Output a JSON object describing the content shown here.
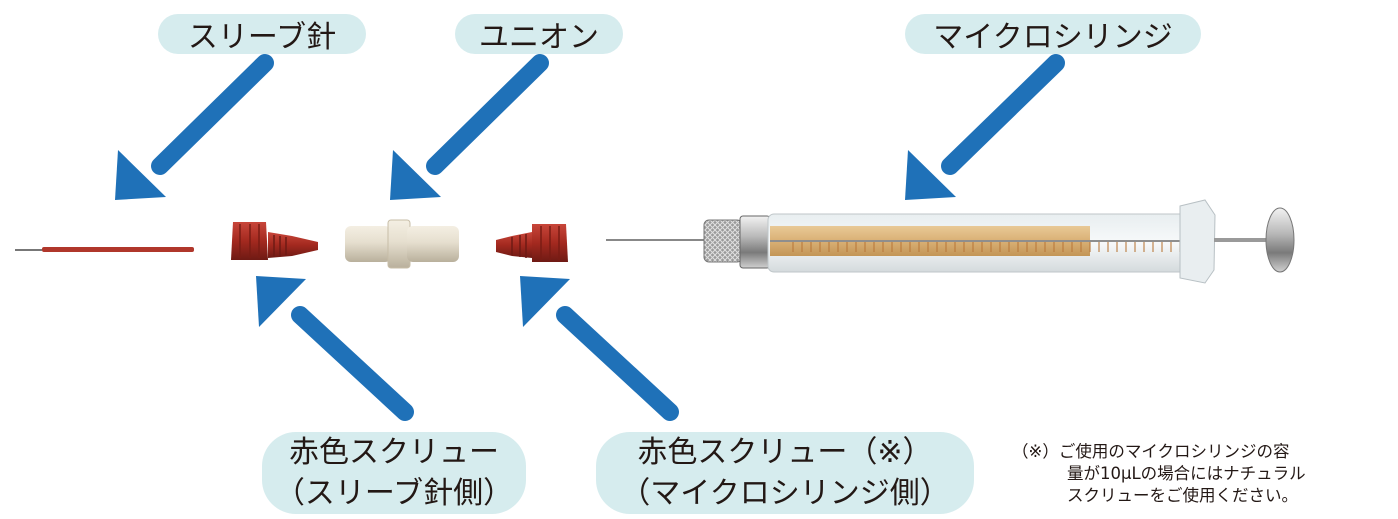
{
  "labels": {
    "sleeve_needle": "スリーブ針",
    "union": "ユニオン",
    "microsyringe": "マイクロシリンジ",
    "red_screw_needle_line1": "赤色スクリュー",
    "red_screw_needle_line2": "（スリーブ針側）",
    "red_screw_syringe_line1": "赤色スクリュー（※）",
    "red_screw_syringe_line2": "（マイクロシリンジ側）"
  },
  "note": {
    "line1": "（※）ご使用のマイクロシリンジの容",
    "line2": "量が10μLの場合にはナチュラル",
    "line3": "スクリューをご使用ください。"
  },
  "colors": {
    "arrow": "#1f71b8",
    "label_background": "#d6ecee",
    "red_screw": "#a3291f",
    "union_body": "#e6dfcf",
    "syringe_liquid": "#d9b075",
    "text": "#231815"
  },
  "icons": {
    "arrows": "down-left-arrow, up-left-arrow",
    "parts": "sleeve-needle, red-screw, union, microsyringe"
  }
}
